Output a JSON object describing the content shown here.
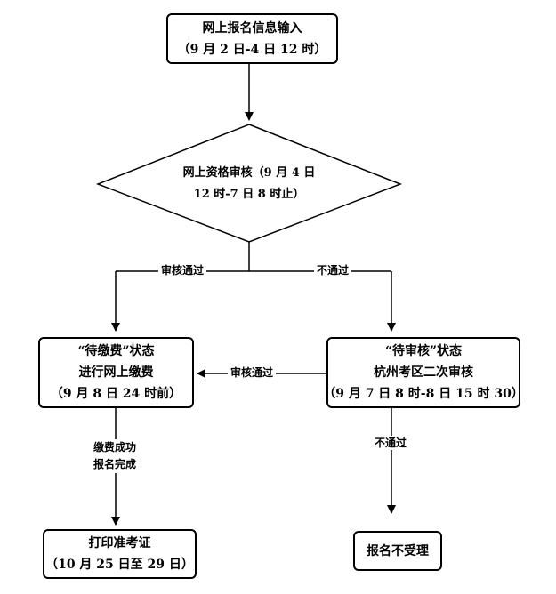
{
  "nodes": {
    "step1": {
      "line1": "网上报名信息输入",
      "line2": "（9 月 2 日-4 日 12 时）"
    },
    "review": {
      "line1": "网上资格审核（9 月 4 日",
      "line2": "12 时-7 日 8 时止）"
    },
    "payment": {
      "line1": "“待缴费”状态",
      "line2": "进行网上缴费",
      "line3": "（9 月 8 日 24 时前）"
    },
    "second_review": {
      "line1": "“待审核”状态",
      "line2": "杭州考区二次审核",
      "line3": "（9 月 7 日 8 时-8 日 15 时 30）"
    },
    "print": {
      "line1": "打印准考证",
      "line2": "（10 月 25 日至 29 日）"
    },
    "rejected": {
      "line1": "报名不受理"
    }
  },
  "edges": {
    "review_pass": "审核通过",
    "review_fail": "不通过",
    "second_pass": "审核通过",
    "pay_done_line1": "缴费成功",
    "pay_done_line2": "报名完成",
    "second_fail": "不通过"
  }
}
